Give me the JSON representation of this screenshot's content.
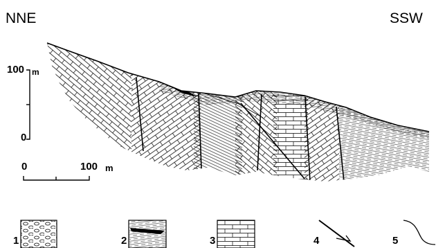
{
  "orientation": {
    "left": "NNE",
    "right": "SSW"
  },
  "vertical_scale": {
    "top": "100",
    "unit": "m",
    "bottom": "0"
  },
  "horizontal_scale": {
    "left": "0",
    "right": "100",
    "unit": "m"
  },
  "legend": [
    {
      "number": "1",
      "symbol": "conglomerate-pattern"
    },
    {
      "number": "2",
      "symbol": "layered-beds-with-black-lens"
    },
    {
      "number": "3",
      "symbol": "bedded-block-pattern"
    },
    {
      "number": "4",
      "symbol": "fault-line-with-half-arrow"
    },
    {
      "number": "5",
      "symbol": "curved-boundary-line"
    }
  ]
}
